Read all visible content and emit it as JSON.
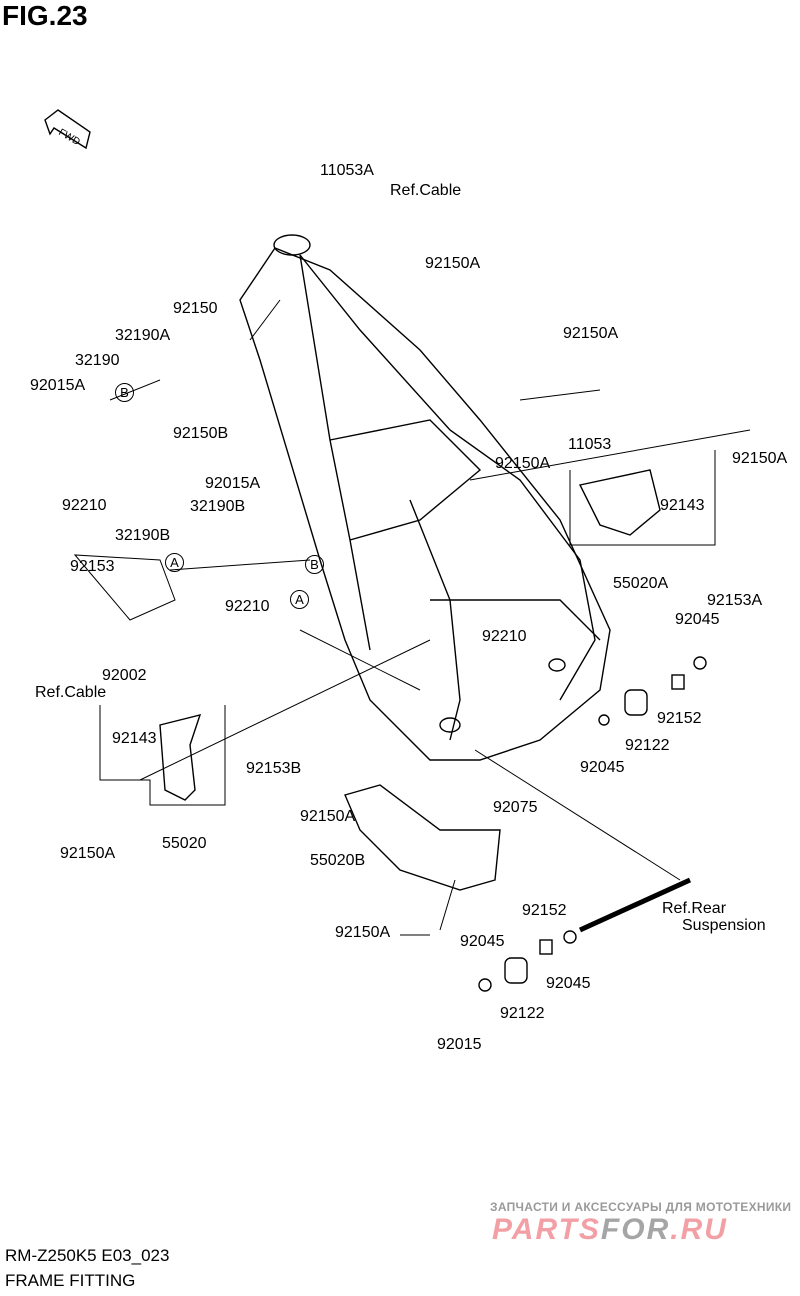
{
  "figure_title": "FIG.23",
  "direction_arrow": "FWD",
  "model_code": "RM-Z250K5 E03_023",
  "section_title": "FRAME FITTING",
  "watermark": {
    "tagline": "ЗАПЧАСТИ И АКСЕССУАРЫ ДЛЯ МОТОТЕХНИКИ",
    "brand_part1": "PARTS",
    "brand_part2": "FOR",
    "brand_part3": ".RU"
  },
  "callouts": [
    "11053A",
    "Ref.Cable",
    "92150A",
    "92150",
    "32190A",
    "32190",
    "92015A",
    "92150B",
    "92210",
    "92015A",
    "32190B",
    "32190B",
    "92153",
    "92210",
    "92002",
    "Ref.Cable",
    "92150A",
    "11053",
    "92150A",
    "92150A",
    "92143",
    "55020A",
    "92153A",
    "92045",
    "92210",
    "92152",
    "92122",
    "92045",
    "92143",
    "92153B",
    "92150A",
    "92075",
    "55020",
    "92150A",
    "55020B",
    "92152",
    "Ref.Rear",
    "Suspension",
    "92150A",
    "92045",
    "92045",
    "92122",
    "92015"
  ],
  "markers": [
    "A",
    "B",
    "A",
    "B"
  ]
}
